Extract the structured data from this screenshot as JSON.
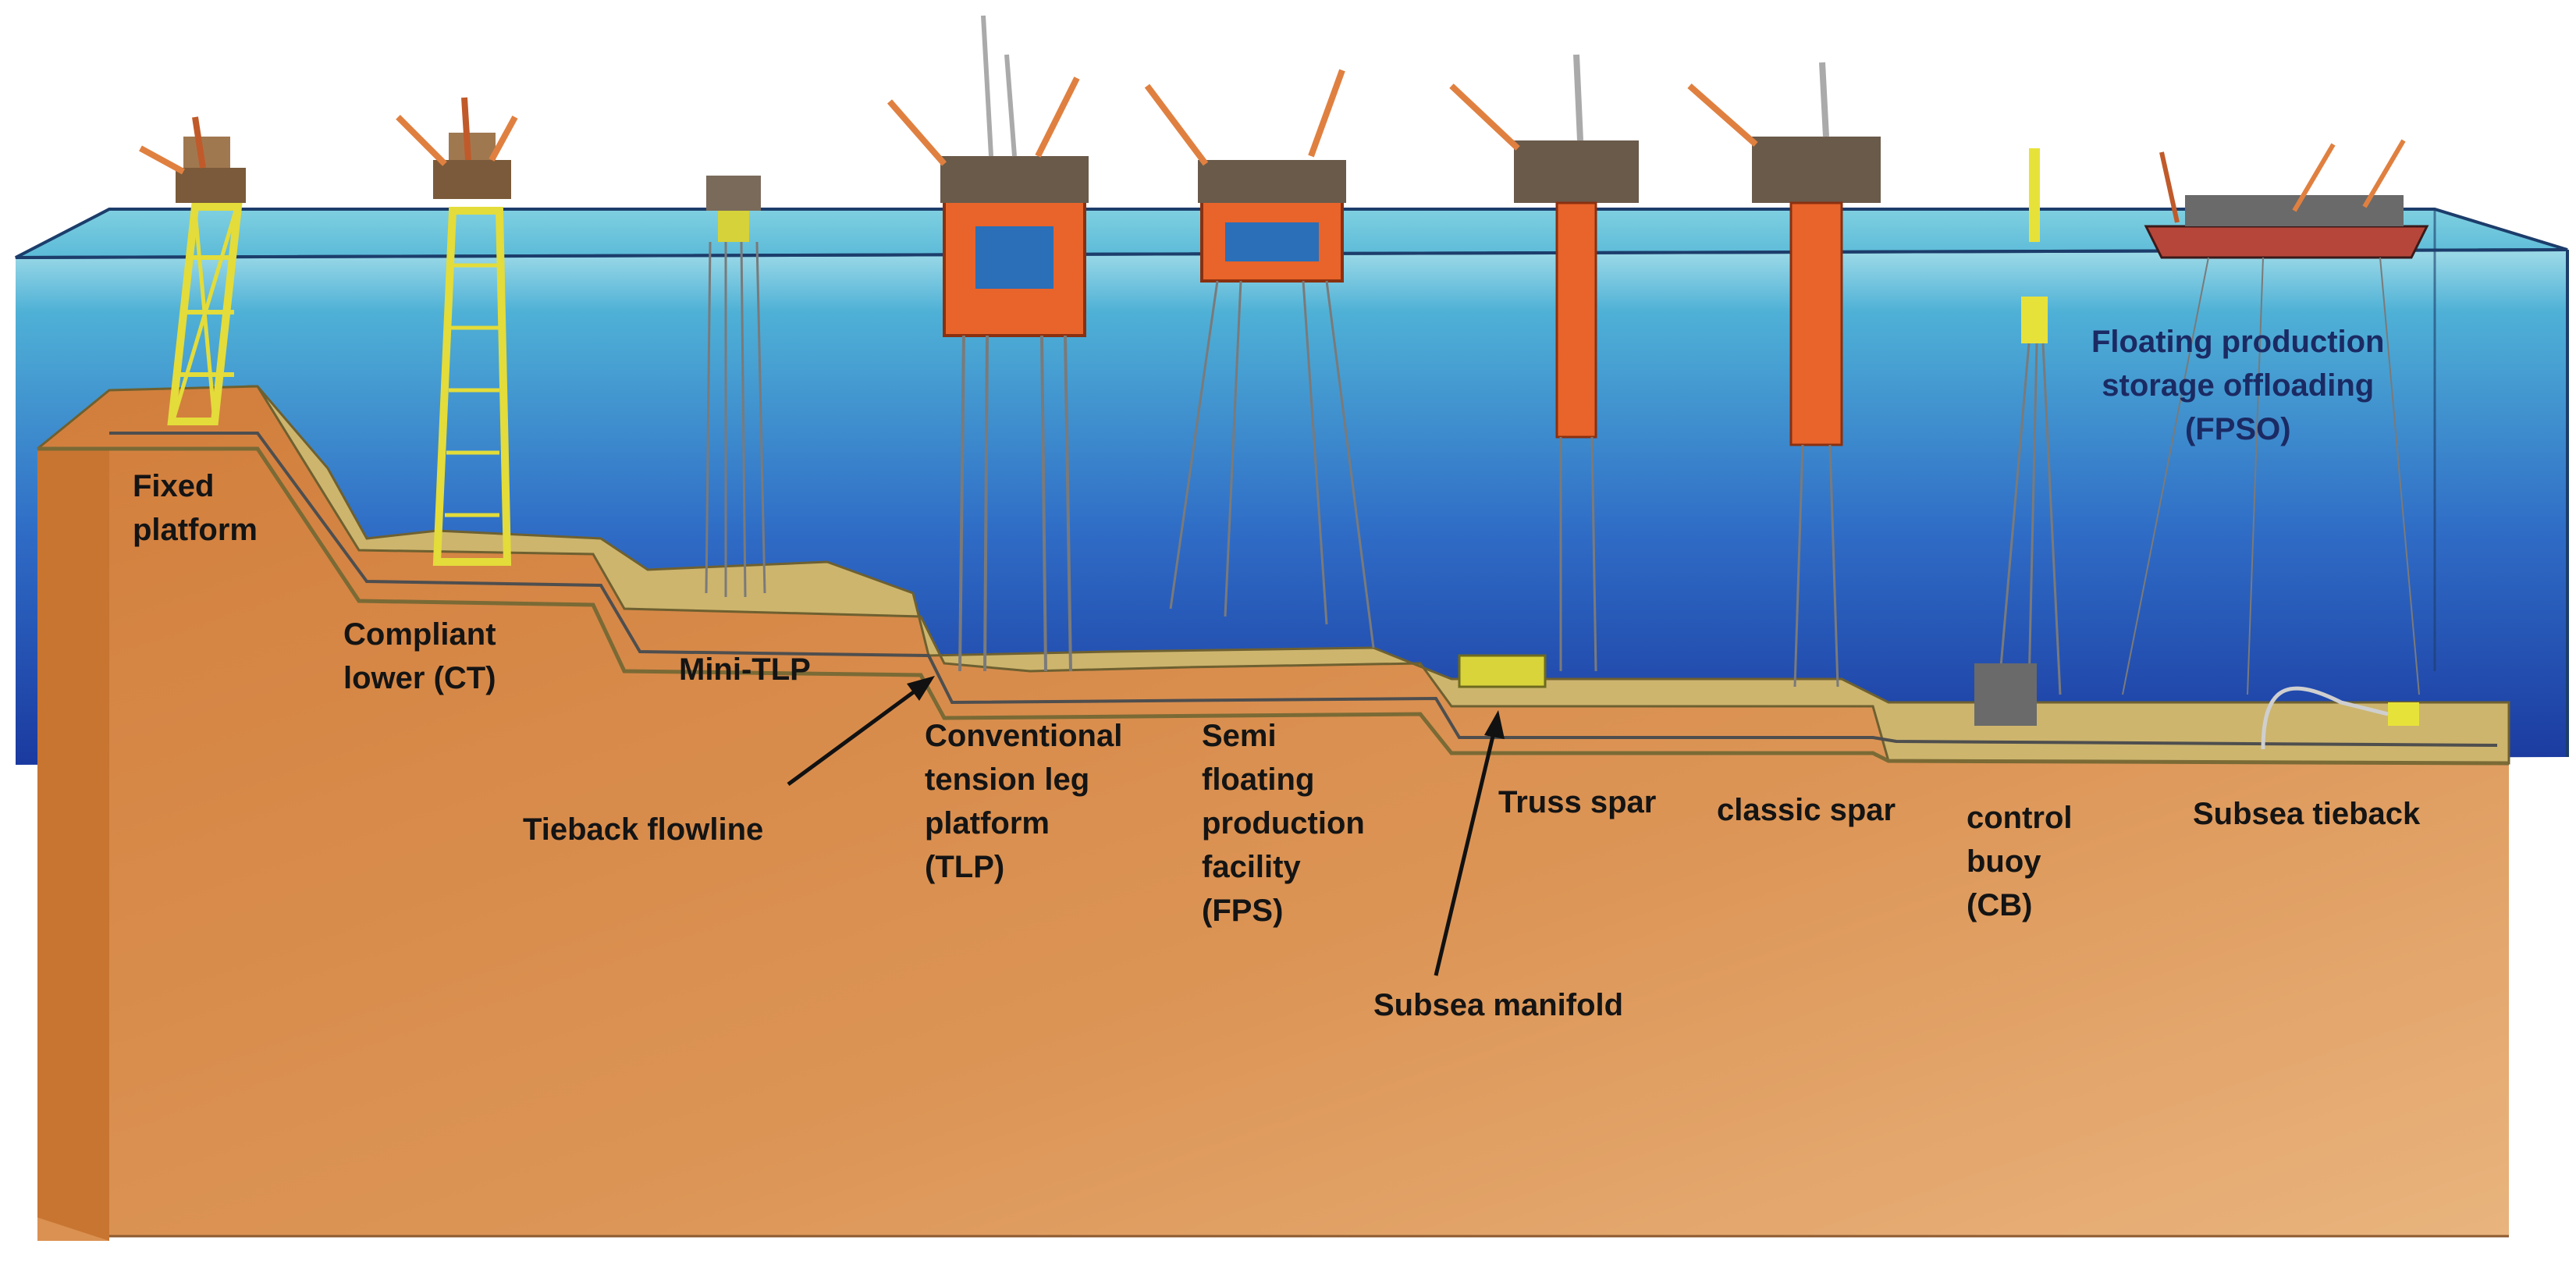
{
  "labels": {
    "fixed_platform": "Fixed\nplatform",
    "compliant_tower": "Compliant\nlower (CT)",
    "mini_tlp": "Mini-TLP",
    "tieback_flowline": "Tieback flowline",
    "tlp": "Conventional\ntension leg\nplatform\n(TLP)",
    "fps": "Semi\nfloating\nproduction\nfacility\n(FPS)",
    "truss_spar": "Truss spar",
    "classic_spar": "classic spar",
    "subsea_manifold": "Subsea manifold",
    "control_buoy": "control\nbuoy\n(CB)",
    "subsea_tieback": "Subsea tieback",
    "fpso": "Floating production\nstorage offloading\n(FPSO)"
  },
  "colors": {
    "water_top": "#93d8e6",
    "water_bottom": "#1d3fa6",
    "soil": "#d8884a",
    "seabed": "#cdb56e",
    "structure_yellow": "#e7e23a",
    "structure_orange": "#e8642a",
    "label_text": "#141414",
    "fpso_text": "#1b2a63"
  }
}
